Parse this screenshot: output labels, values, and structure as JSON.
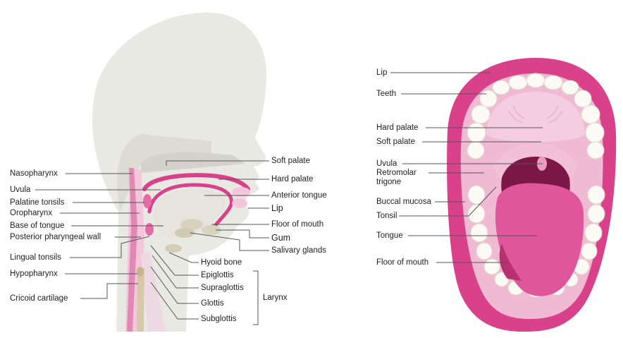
{
  "left_diagram": {
    "left_labels": {
      "nasopharynx": "Nasopharynx",
      "uvula": "Uvula",
      "palatine_tonsils": "Palatine tonsils",
      "oropharynx": "Oropharynx",
      "base_of_tongue": "Base of tongue",
      "posterior_pharyngeal_wall": "Posterior pharyngeal wall",
      "lingual_tonsils": "Lingual tonsils",
      "hypopharynx": "Hypopharynx",
      "cricoid_cartilage": "Cricoid cartilage"
    },
    "right_labels": {
      "soft_palate": "Soft palate",
      "hard_palate": "Hard palate",
      "anterior_tongue": "Anterior tongue",
      "lip": "Lip",
      "floor_of_mouth": "Floor of mouth",
      "gum": "Gum",
      "salivary_glands": "Salivary glands",
      "hyoid_bone": "Hyoid bone",
      "epiglottis": "Epiglottis",
      "supraglottis": "Supraglottis",
      "glottis": "Glottis",
      "subglottis": "Subglottis",
      "larynx": "Larynx"
    }
  },
  "right_diagram": {
    "labels": {
      "lip": "Lip",
      "teeth": "Teeth",
      "hard_palate": "Hard palate",
      "soft_palate": "Soft palate",
      "uvula": "Uvula",
      "retromolar_line1": "Retromolar",
      "retromolar_line2": "trigone",
      "buccal_mucosa": "Buccal mucosa",
      "tonsil": "Tonsil",
      "tongue": "Tongue",
      "floor_of_mouth": "Floor of mouth"
    }
  },
  "colors": {
    "skin": "#e9e9e4",
    "skin_dark": "#d9d9d2",
    "pink": "#d9418a",
    "pink_light": "#f3c6dc",
    "mucosa": "#f0bad3",
    "tongue": "#e0569a",
    "throat": "#7a1746",
    "teeth": "#fbfaf4",
    "label_text": "#1e1e1e",
    "leader_line": "#555555"
  }
}
